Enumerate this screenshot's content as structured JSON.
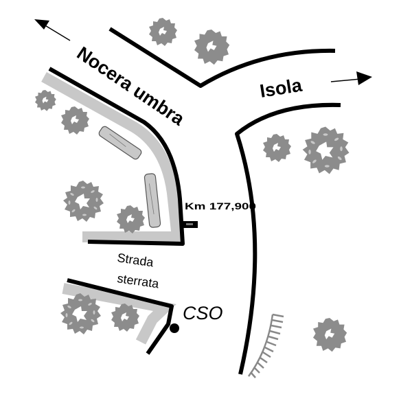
{
  "map": {
    "labels": {
      "nocera": "Nocera umbra",
      "isola": "Isola",
      "km": "Km 177,900",
      "strada_line1": "Strada",
      "strada_line2": "sterrata",
      "cso": "CSO"
    },
    "colors": {
      "road": "#000000",
      "dirt_road": "#c8c8c8",
      "tree": "#8c8c8c",
      "log": "#c8c8c8",
      "background": "#ffffff"
    },
    "legend_items": [
      {
        "name": "direction-nocera-umbra",
        "text": "Nocera umbra"
      },
      {
        "name": "direction-isola",
        "text": "Isola"
      }
    ]
  }
}
